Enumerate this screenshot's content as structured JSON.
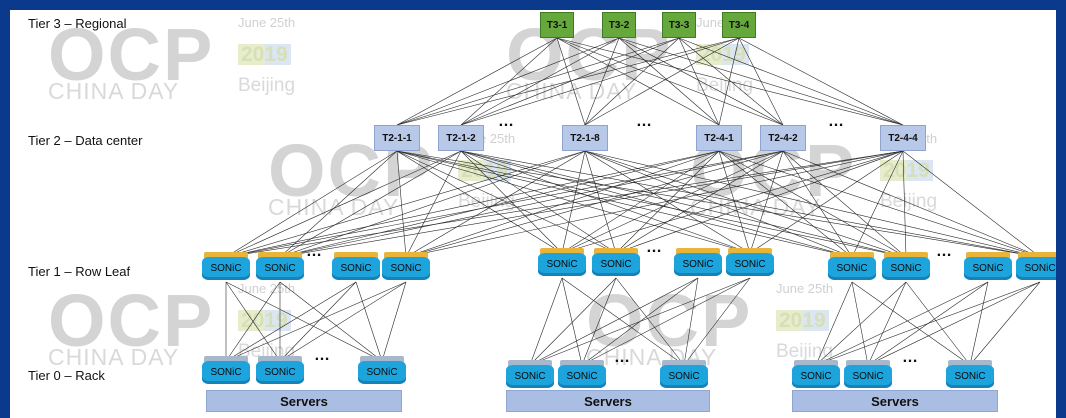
{
  "tiers": {
    "t3_label": "Tier 3 – Regional",
    "t2_label": "Tier 2 – Data center",
    "t1_label": "Tier 1 – Row Leaf",
    "t0_label": "Tier 0 – Rack"
  },
  "watermark": {
    "brand": "OCP",
    "event": "CHINA DAY",
    "date": "June 25th",
    "year": "2019",
    "city": "Beijing"
  },
  "t3_nodes": [
    "T3-1",
    "T3-2",
    "T3-3",
    "T3-4"
  ],
  "t2_nodes": [
    "T2-1-1",
    "T2-1-2",
    "T2-1-8",
    "T2-4-1",
    "T2-4-2",
    "T2-4-4"
  ],
  "switch_label": "SONiC",
  "ellipsis": "…",
  "servers_label": "Servers",
  "colors": {
    "frame": "#0b3a8c",
    "tier3": "#66a83c",
    "tier2": "#b7c8e8",
    "sonic": "#1ea4dc",
    "sonic_top_t1": "#e8b43a",
    "servers": "#aabde2"
  }
}
